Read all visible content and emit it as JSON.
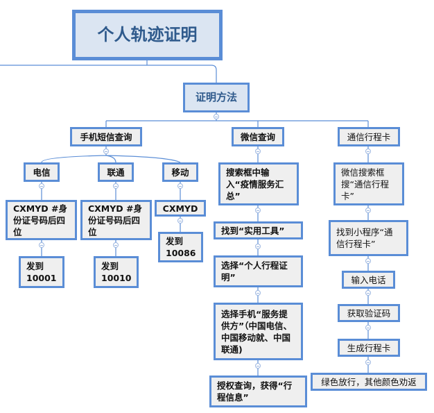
{
  "root": "个人轨迹证明",
  "method": "证明方法",
  "branches": {
    "sms": {
      "label": "手机短信查询",
      "carriers": [
        {
          "label": "电信",
          "code": "CXMYD #身份证号码后四位",
          "send": "发到10001"
        },
        {
          "label": "联通",
          "code": "CXMYD #身份证号码后四位",
          "send": "发到10010"
        },
        {
          "label": "移动",
          "code": "CXMYD",
          "send": "发到10086"
        }
      ]
    },
    "wechat": {
      "label": "微信查询",
      "steps": [
        "搜索框中输入“疫情服务汇总”",
        "找到“实用工具”",
        "选择“个人行程证明”",
        "选择手机“服务提供方”（中国电信、中国移动就、中国联通)",
        "授权查询，获得“行程信息”"
      ]
    },
    "card": {
      "label": "通信行程卡",
      "steps": [
        "微信搜索框搜“通信行程卡”",
        "找到小程序“通信行程卡”",
        "输入电话",
        "获取验证码",
        "生成行程卡",
        "绿色放行，其他颜色劝返"
      ]
    }
  },
  "colors": {
    "border": "#5a8dd6",
    "fill": "#efefef",
    "top_fill": "#dbe5f2",
    "title": "#2f5a8c"
  }
}
